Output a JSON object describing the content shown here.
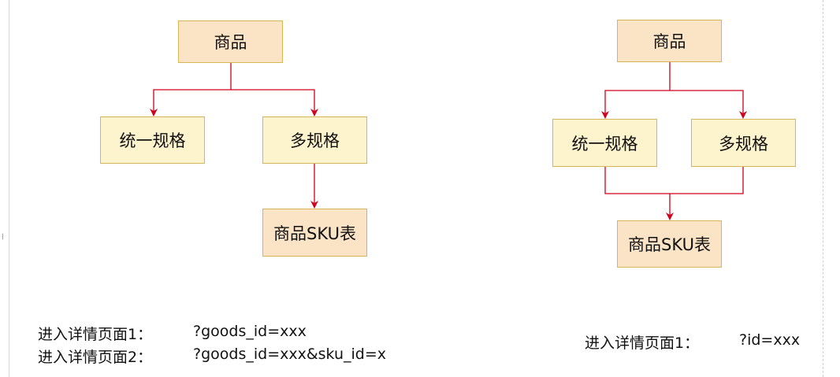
{
  "left_diagram": {
    "product": "商品",
    "unified_spec": "统一规格",
    "multi_spec": "多规格",
    "sku_table": "商品SKU表"
  },
  "right_diagram": {
    "product": "商品",
    "unified_spec": "统一规格",
    "multi_spec": "多规格",
    "sku_table": "商品SKU表"
  },
  "left_notes": [
    {
      "label": "进入详情页面1：",
      "value": "?goods_id=xxx"
    },
    {
      "label": "进入详情页面2：",
      "value": "?goods_id=xxx&sku_id=x"
    }
  ],
  "right_notes": [
    {
      "label": "进入详情页面1：",
      "value": "?id=xxx"
    }
  ],
  "colors": {
    "connector": "#d0021b",
    "node_border": "#d6b656",
    "product_fill": "#fbe3c5",
    "spec_fill": "#fdf3cd"
  }
}
